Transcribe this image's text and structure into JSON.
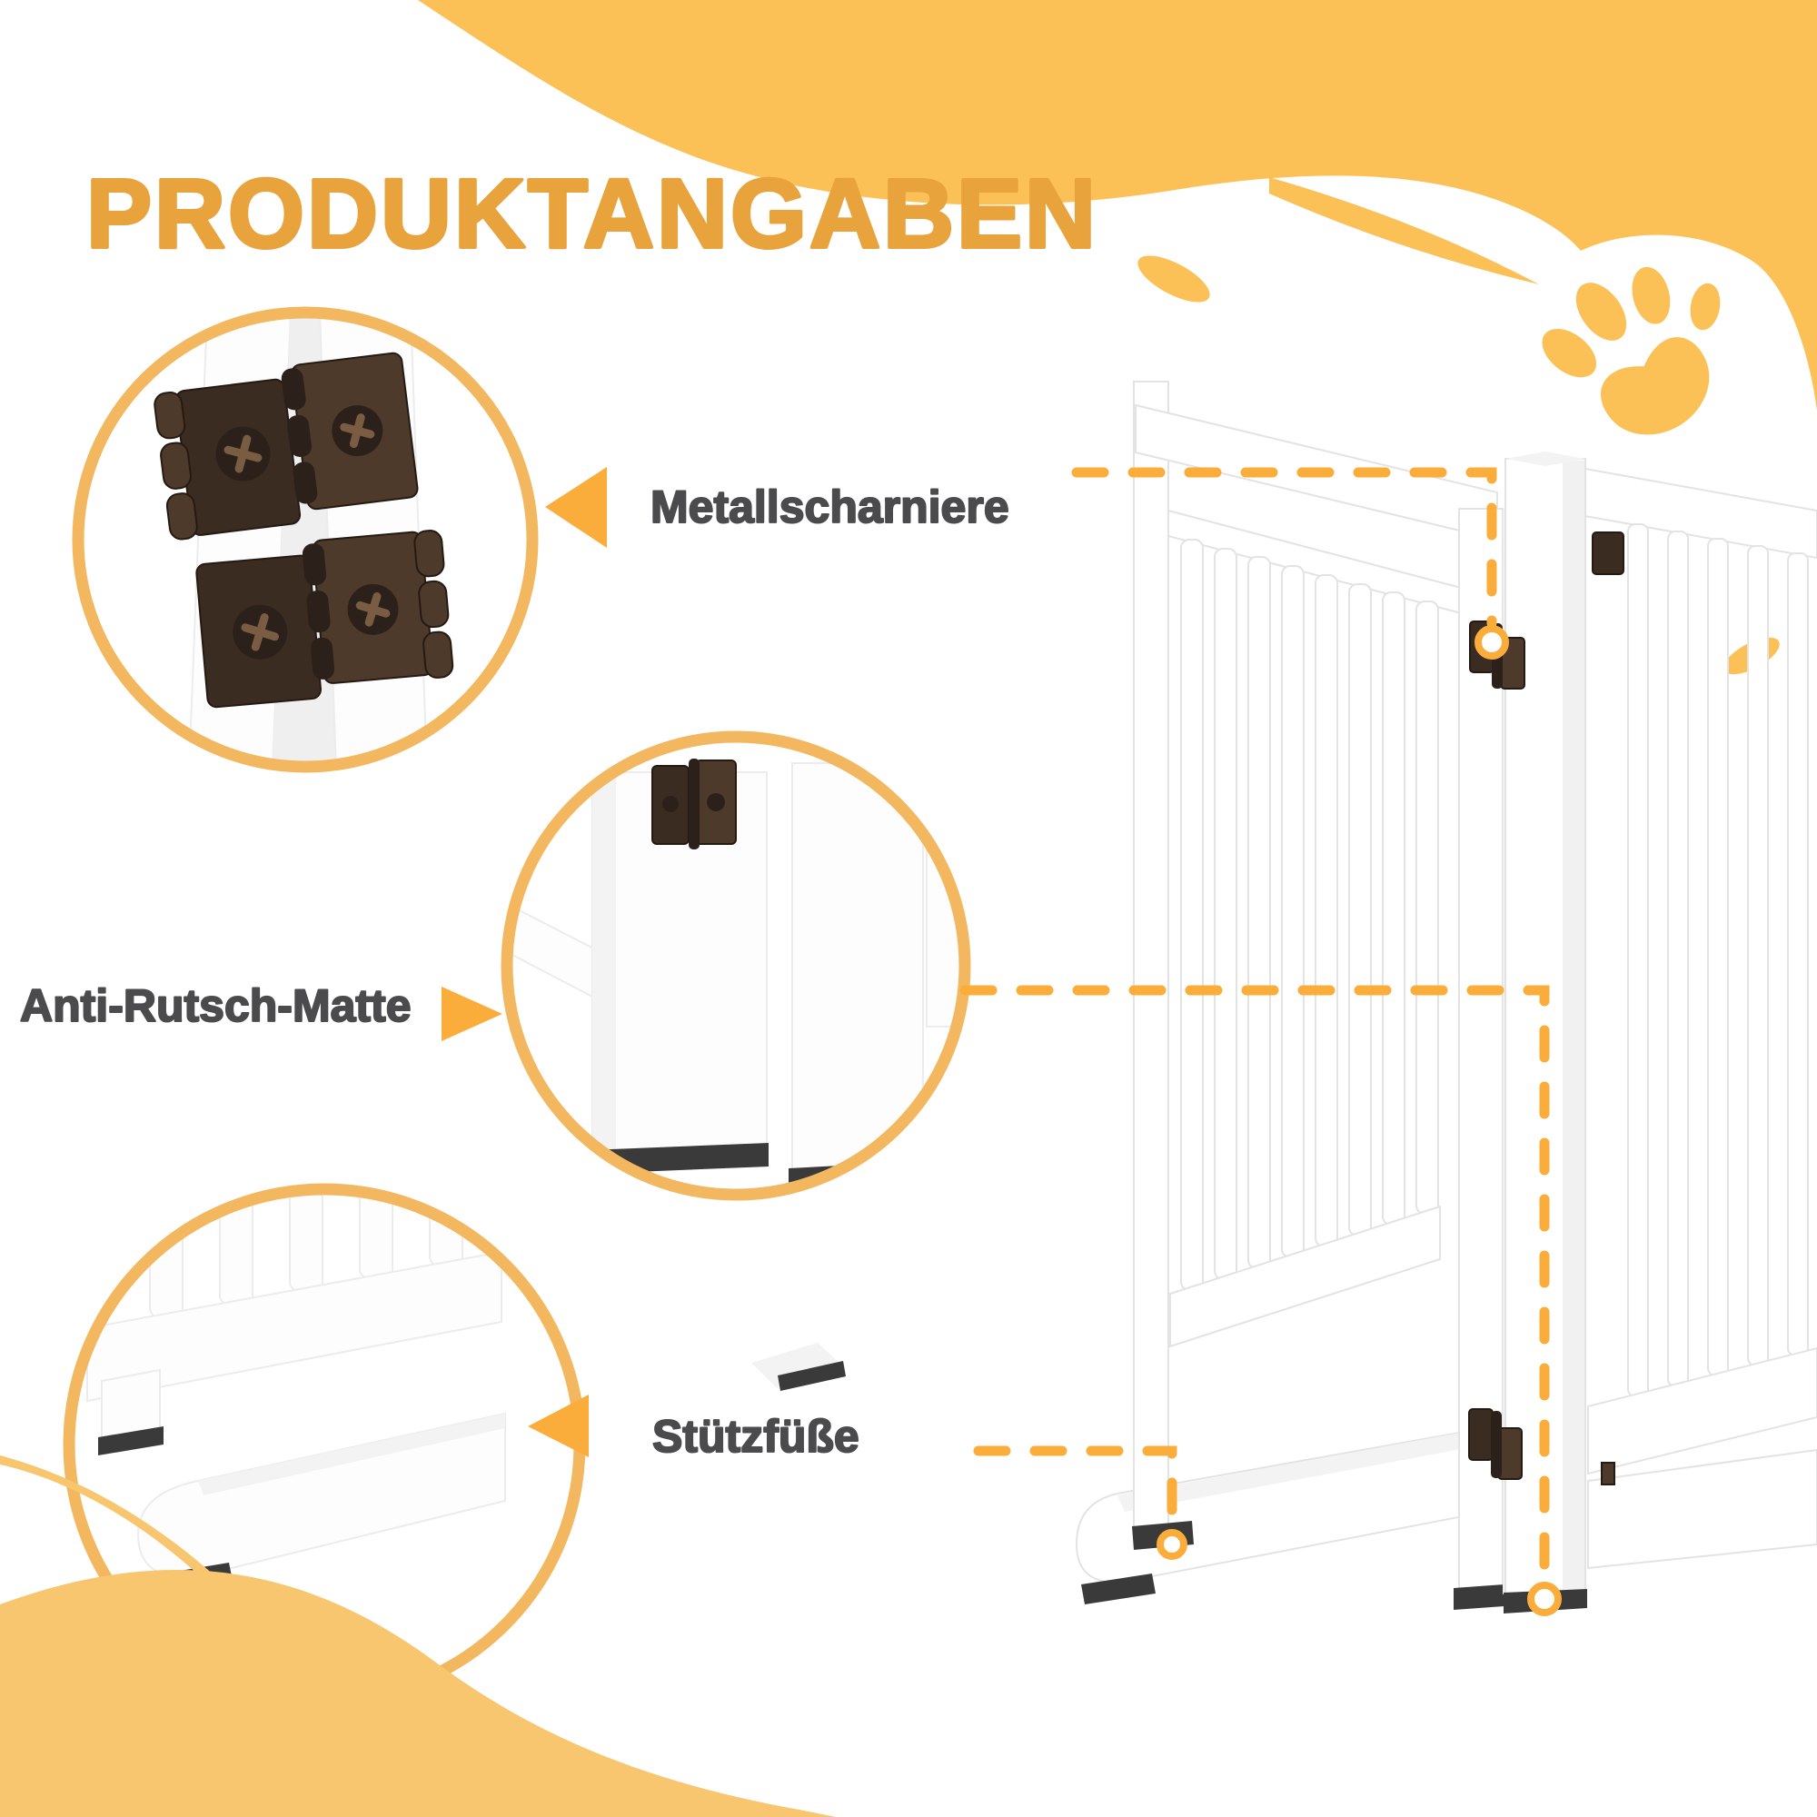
{
  "title": "PRODUKTANGABEN",
  "callouts": [
    {
      "id": "hinges",
      "label": "Metallscharniere",
      "arrow_direction": "left"
    },
    {
      "id": "anti-slip-mat",
      "label": "Anti-Rutsch-Matte",
      "arrow_direction": "right"
    },
    {
      "id": "support-feet",
      "label": "Stützfüße",
      "arrow_direction": "left"
    }
  ],
  "icons": {
    "paw": "paw-print-icon",
    "blob_top": "wave-blob-icon",
    "wave_bottom": "wave-swoosh-icon",
    "arrow": "triangle-arrow-icon",
    "line_end": "ring-marker-icon"
  },
  "theme": {
    "accent_dark": "#E8A33C",
    "accent": "#FBC157",
    "accent_soft": "#F7C66F",
    "ring": "#F3B75F",
    "line": "#FBAD3C",
    "label_text": "#4B4B4E",
    "hinge_dark": "#3B2C22",
    "hinge_mid": "#4E3A2B",
    "pad_dark": "#3A3A3A",
    "edge": "#E3E3E3",
    "panel_shade": "#F1F1F1"
  }
}
